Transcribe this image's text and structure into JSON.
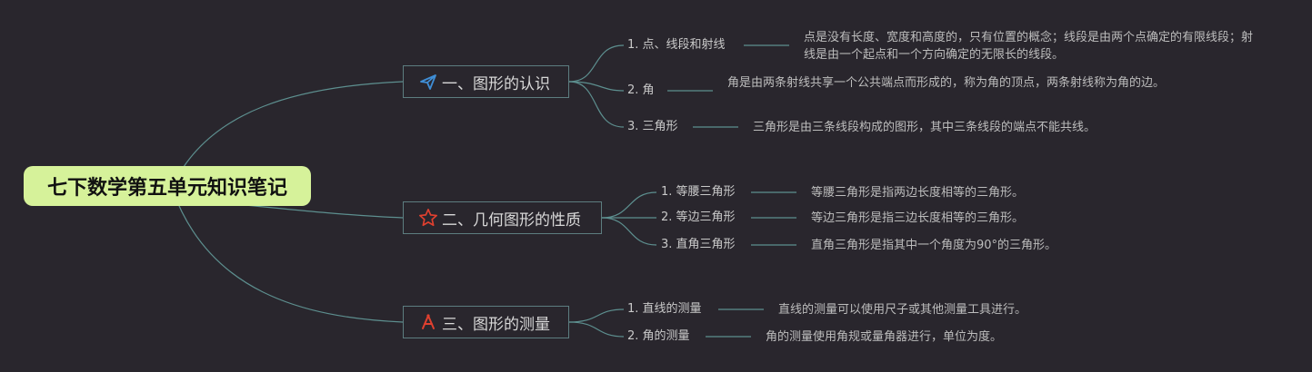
{
  "root": {
    "title": "七下数学第五单元知识笔记"
  },
  "branches": [
    {
      "label": "一、图形的认识",
      "icon": "paper-plane-icon",
      "icon_color": "#3f8ed6",
      "items": [
        {
          "label": "1. 点、线段和射线",
          "desc": "点是没有长度、宽度和高度的，只有位置的概念；线段是由两个点确定的有限线段；射线是由一个起点和一个方向确定的无限长的线段。"
        },
        {
          "label": "2. 角",
          "desc": "角是由两条射线共享一个公共端点而形成的，称为角的顶点，两条射线称为角的边。"
        },
        {
          "label": "3. 三角形",
          "desc": "三角形是由三条线段构成的图形，其中三条线段的端点不能共线。"
        }
      ]
    },
    {
      "label": "二、几何图形的性质",
      "icon": "star-icon",
      "icon_color": "#e0402f",
      "items": [
        {
          "label": "1. 等腰三角形",
          "desc": "等腰三角形是指两边长度相等的三角形。"
        },
        {
          "label": "2. 等边三角形",
          "desc": "等边三角形是指三边长度相等的三角形。"
        },
        {
          "label": "3. 直角三角形",
          "desc": "直角三角形是指其中一个角度为90°的三角形。"
        }
      ]
    },
    {
      "label": "三、图形的测量",
      "icon": "ruler-compass-icon",
      "icon_color": "#e0402f",
      "items": [
        {
          "label": "1. 直线的测量",
          "desc": "直线的测量可以使用尺子或其他测量工具进行。"
        },
        {
          "label": "2. 角的测量",
          "desc": "角的测量使用角规或量角器进行，单位为度。"
        }
      ]
    }
  ],
  "colors": {
    "background": "#29262d",
    "root_fill": "#d6f29a",
    "line": "#5d8f8f"
  }
}
